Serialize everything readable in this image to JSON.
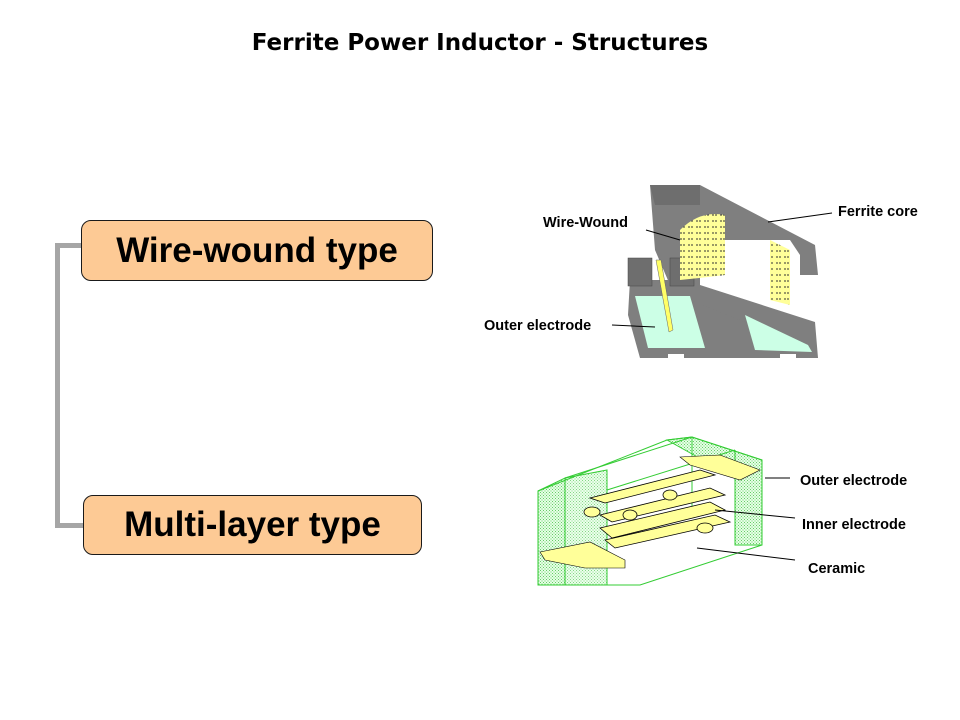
{
  "title": "Ferrite Power Inductor - Structures",
  "types": [
    {
      "label": "Wire-wound type"
    },
    {
      "label": "Multi-layer type"
    }
  ],
  "wire_wound_diagram": {
    "labels": {
      "wire_wound": "Wire-Wound",
      "ferrite_core": "Ferrite core",
      "outer_electrode": "Outer electrode"
    }
  },
  "multi_layer_diagram": {
    "labels": {
      "outer_electrode": "Outer electrode",
      "inner_electrode": "Inner electrode",
      "ceramic": "Ceramic"
    }
  },
  "colors": {
    "box_fill": "#fdca95",
    "connector": "#a6a6a6",
    "ferrite": "#7f7f7f",
    "wire": "#ffff99",
    "electrode_teal": "#ccffe6",
    "ceramic_green": "#33cc33"
  }
}
